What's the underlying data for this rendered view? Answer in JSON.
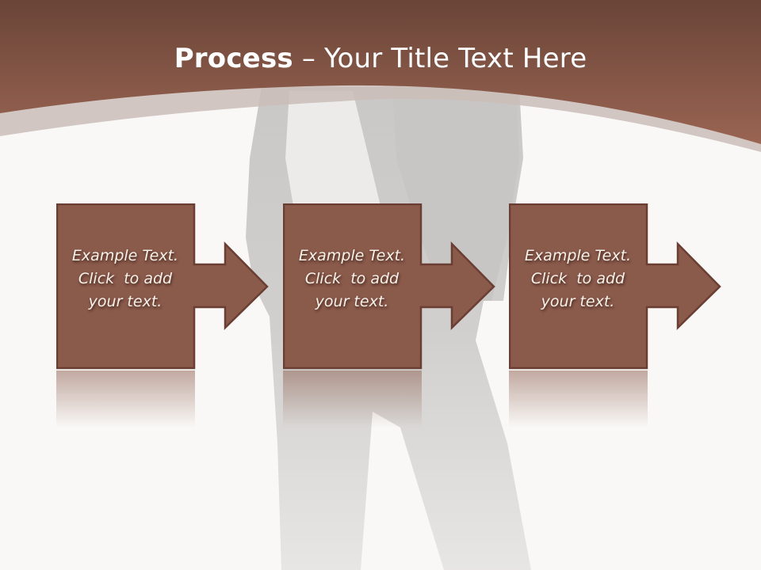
{
  "slide": {
    "title_bold": "Process",
    "title_rest": " – Your Title Text Here",
    "colors": {
      "header_top": "#6a4538",
      "header_bottom": "#9a6452",
      "band": "#cbbdb8",
      "background": "#f9f8f6",
      "box_fill": "#8a5a4b",
      "box_border": "#6a3e33",
      "text": "#f7f1ea"
    },
    "steps": [
      {
        "line1": "Example Text.",
        "line2": "Click  to add",
        "line3": "your text."
      },
      {
        "line1": "Example Text.",
        "line2": "Click  to add",
        "line3": "your text."
      },
      {
        "line1": "Example Text.",
        "line2": "Click  to add",
        "line3": "your text."
      }
    ]
  }
}
